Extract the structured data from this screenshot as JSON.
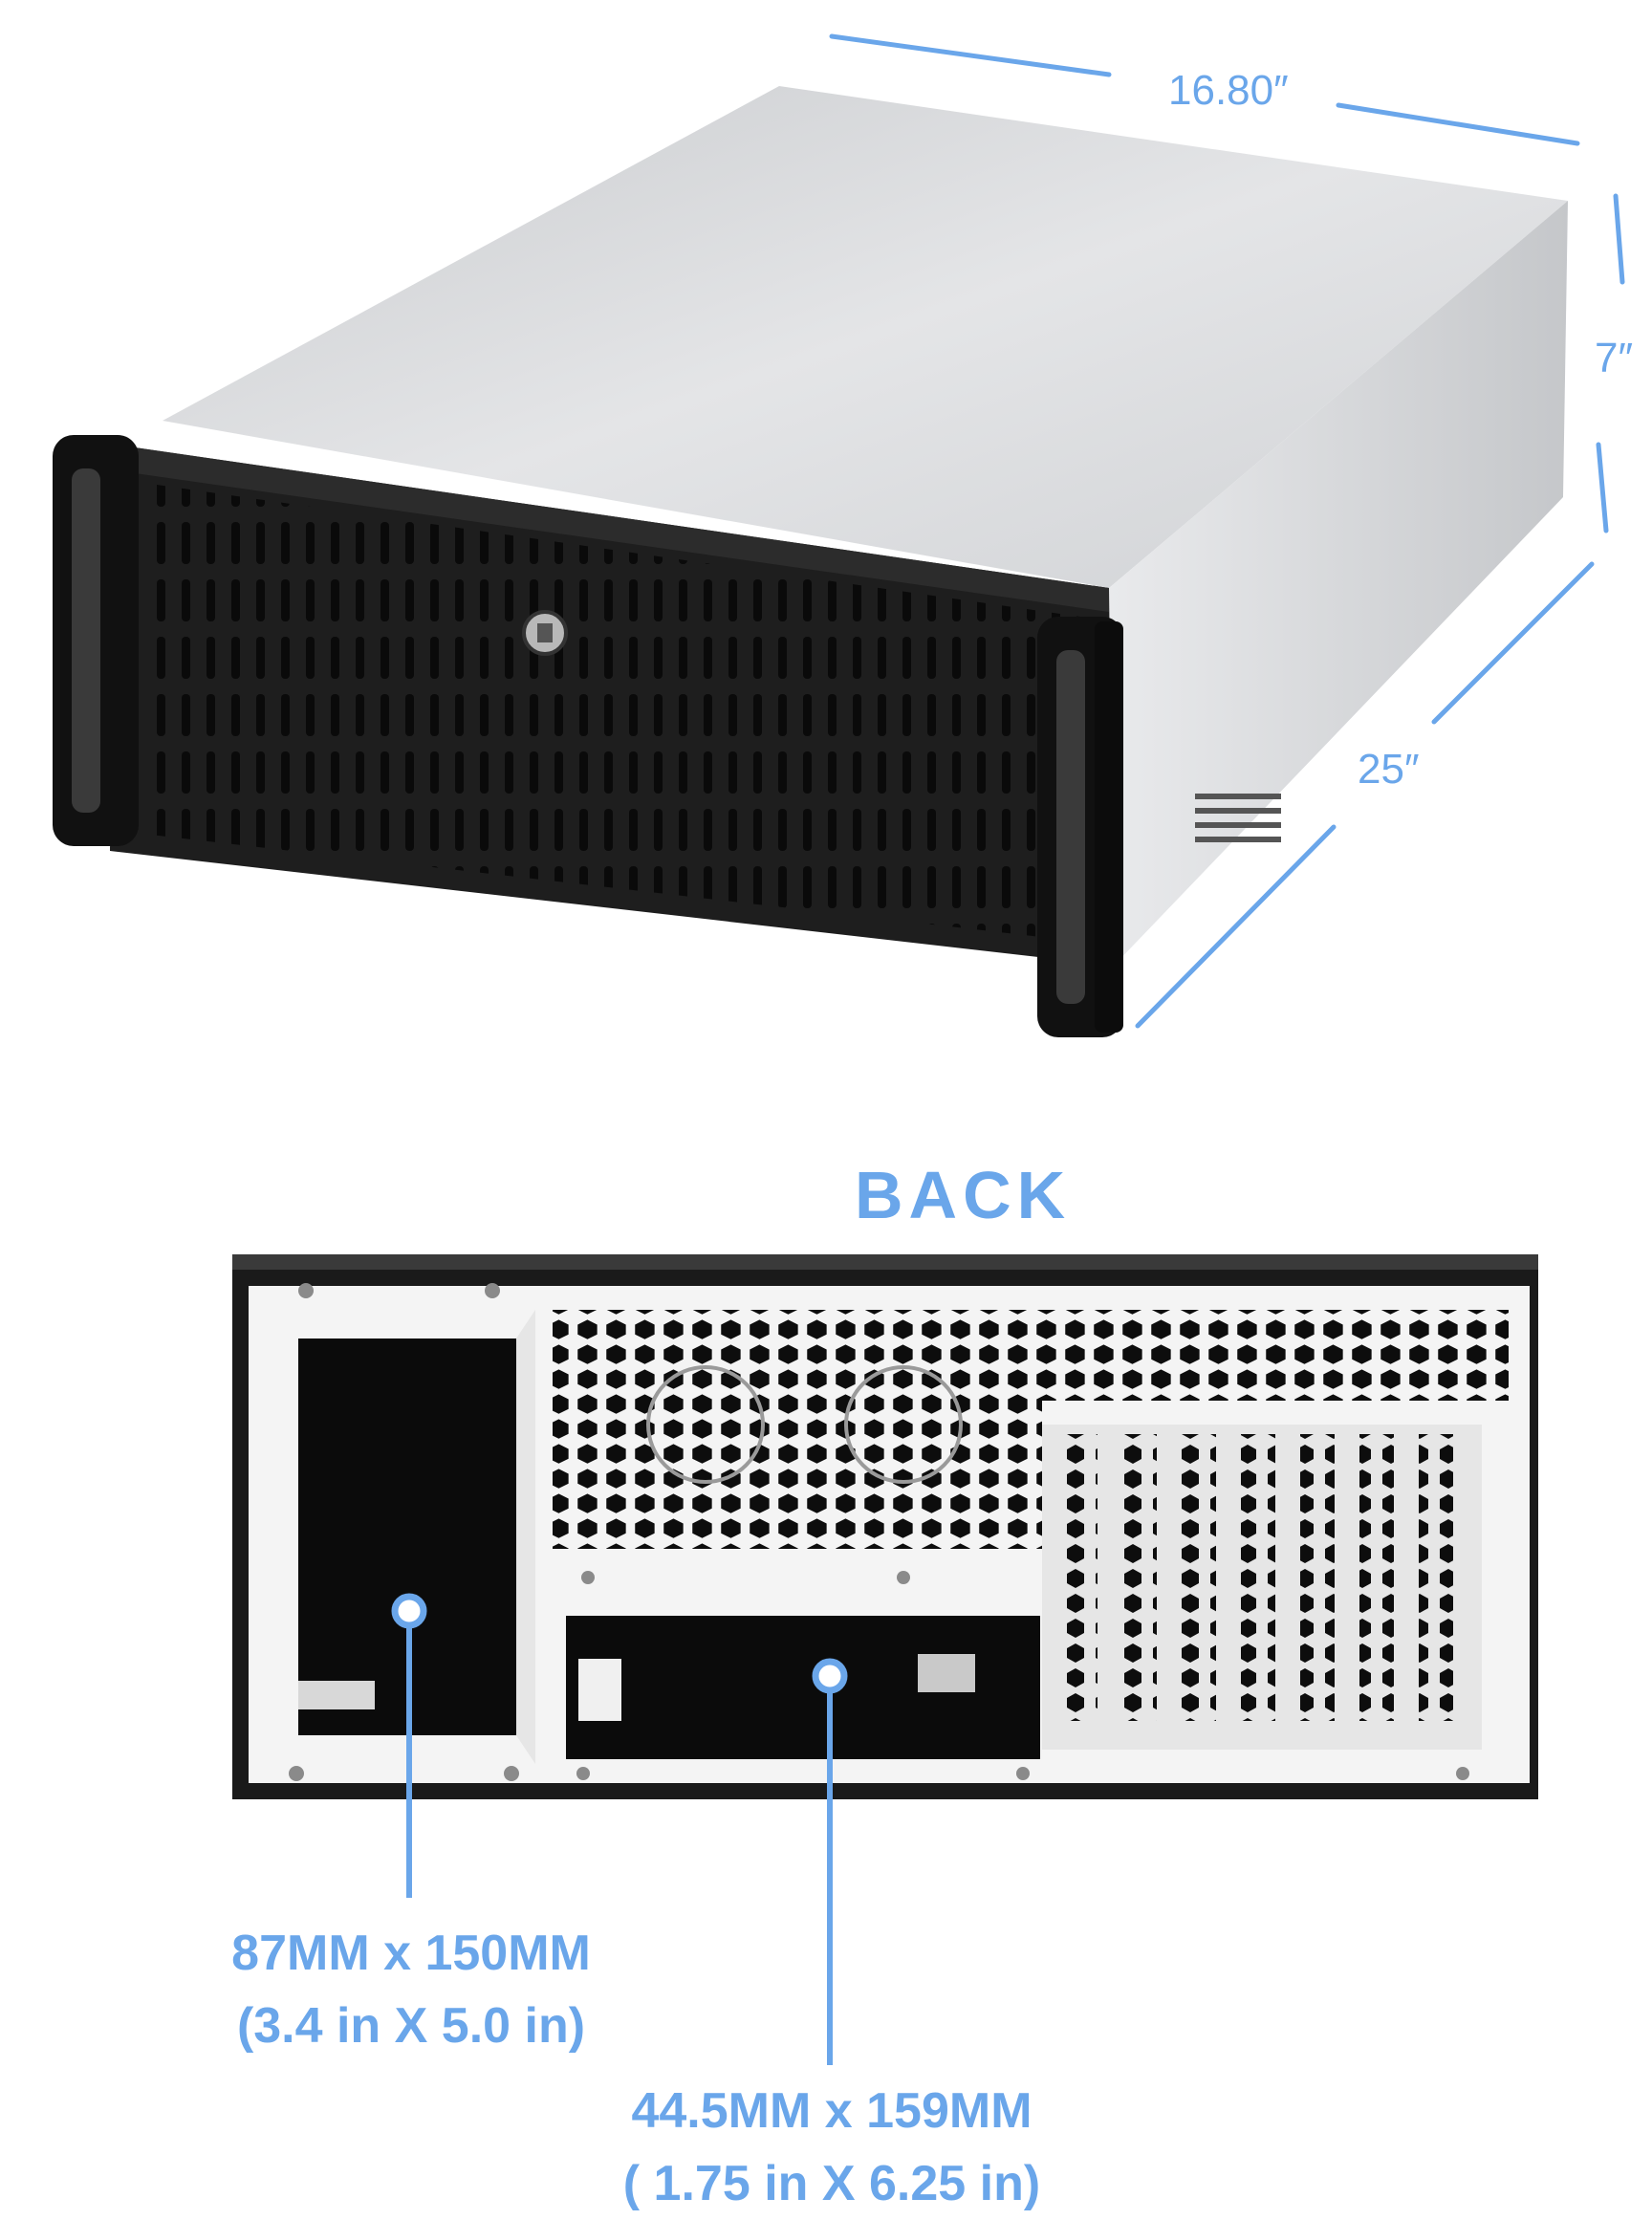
{
  "dimensions": {
    "width": "16.80″",
    "height": "7″",
    "depth": "25″"
  },
  "back": {
    "heading": "BACK",
    "psu_callout": {
      "line1": "87MM  x  150MM",
      "line2": "(3.4 in  X  5.0 in)"
    },
    "bay_callout": {
      "line1": "44.5MM  x  159MM",
      "line2": "( 1.75 in  X  6.25 in)"
    }
  },
  "colors": {
    "accent": "#6aa6ea",
    "panel_black": "#1b1b1b",
    "chassis_silver": "#d9dadc"
  }
}
